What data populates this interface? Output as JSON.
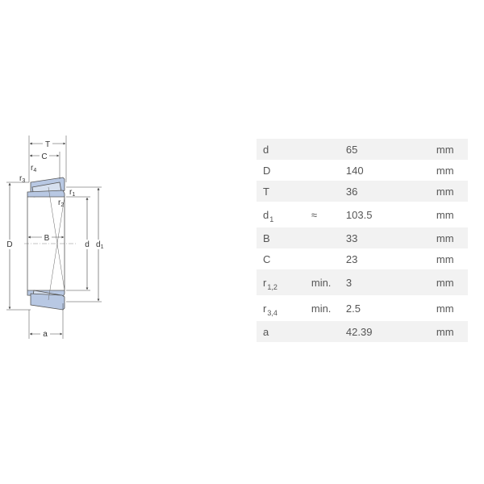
{
  "drawing": {
    "labels": {
      "T": "T",
      "C": "C",
      "B": "B",
      "a": "a",
      "D": "D",
      "d": "d",
      "d1_main": "d",
      "d1_sub": "1",
      "r1_main": "r",
      "r1_sub": "1",
      "r2_main": "r",
      "r2_sub": "2",
      "r3_main": "r",
      "r3_sub": "3",
      "r4_main": "r",
      "r4_sub": "4"
    },
    "colors": {
      "bearing_fill": "#b8c8e3",
      "bearing_stroke": "#555555",
      "dimension_line": "#444444"
    }
  },
  "specs": [
    {
      "name": "d",
      "sub": "",
      "qualifier": "",
      "value": "65",
      "unit": "mm"
    },
    {
      "name": "D",
      "sub": "",
      "qualifier": "",
      "value": "140",
      "unit": "mm"
    },
    {
      "name": "T",
      "sub": "",
      "qualifier": "",
      "value": "36",
      "unit": "mm"
    },
    {
      "name": "d",
      "sub": "1",
      "qualifier": "≈",
      "value": "103.5",
      "unit": "mm"
    },
    {
      "name": "B",
      "sub": "",
      "qualifier": "",
      "value": "33",
      "unit": "mm"
    },
    {
      "name": "C",
      "sub": "",
      "qualifier": "",
      "value": "23",
      "unit": "mm"
    },
    {
      "name": "r",
      "sub": "1,2",
      "qualifier": "min.",
      "value": "3",
      "unit": "mm"
    },
    {
      "name": "r",
      "sub": "3,4",
      "qualifier": "min.",
      "value": "2.5",
      "unit": "mm"
    },
    {
      "name": "a",
      "sub": "",
      "qualifier": "",
      "value": "42.39",
      "unit": "mm"
    }
  ]
}
